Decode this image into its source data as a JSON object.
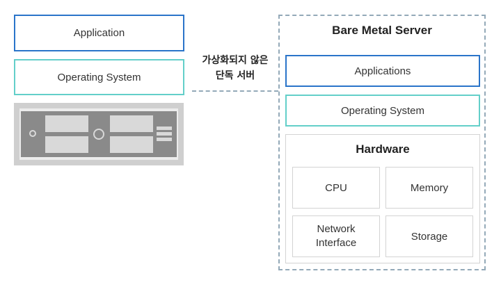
{
  "left_stack": {
    "application": "Application",
    "operating_system": "Operating System"
  },
  "connector": {
    "line1": "가상화되지 않은",
    "line2": "단독 서버"
  },
  "server": {
    "title": "Bare Metal Server",
    "applications": "Applications",
    "operating_system": "Operating System",
    "hardware": {
      "title": "Hardware",
      "cpu": "CPU",
      "memory": "Memory",
      "network_line1": "Network",
      "network_line2": "Interface",
      "storage": "Storage"
    }
  },
  "colors": {
    "application_border": "#2a74c9",
    "os_border": "#63cfc9",
    "dashed_frame": "#93a9b8",
    "hardware_border": "#d3d3d3"
  }
}
